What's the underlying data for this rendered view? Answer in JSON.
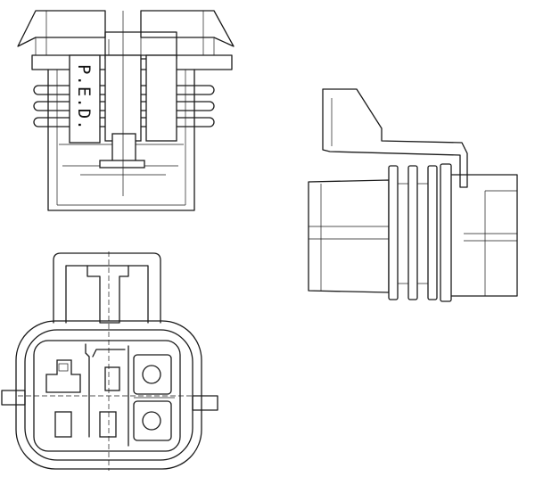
{
  "drawing": {
    "label_text": "P.E.D.",
    "views": [
      "top-view",
      "side-view",
      "front-view"
    ],
    "line_color": "#1a1a1a",
    "background": "#ffffff"
  }
}
